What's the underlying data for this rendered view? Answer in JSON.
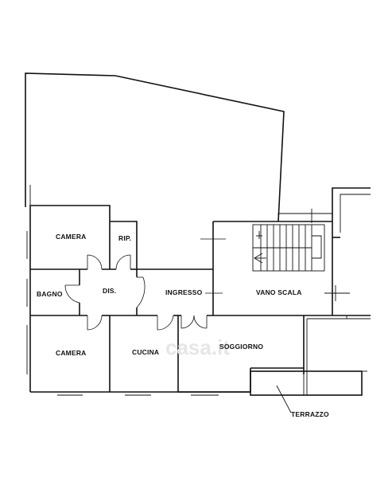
{
  "rooms": {
    "camera_top": "CAMERA",
    "rip": "RIP.",
    "bagno": "BAGNO",
    "dis": "DIS.",
    "ingresso": "INGRESSO",
    "vano_scala": "VANO SCALA",
    "camera_bottom": "CAMERA",
    "cucina": "CUCINA",
    "soggiorno": "SOGGIORNO",
    "terrazzo": "TERRAZZO"
  },
  "watermark": "casa.it"
}
